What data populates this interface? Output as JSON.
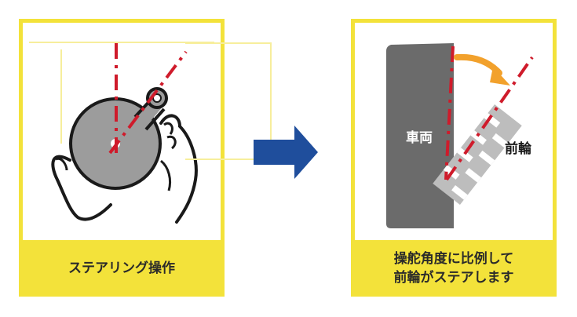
{
  "left_panel": {
    "caption": "ステアリング操作",
    "icon": "steering-wheel-hands"
  },
  "right_panel": {
    "caption": "操舵角度に比例して\n前輪がステアします",
    "vehicle_label": "車両",
    "wheel_label": "前輪",
    "icon": "vehicle-front-wheel-top-view"
  },
  "arrow": {
    "icon": "right-arrow",
    "color": "#1f4e9c"
  },
  "colors": {
    "panel_yellow": "#f3e23a",
    "guide_red": "#cf1b2b",
    "wheel_gray": "#9c9c9c",
    "vehicle_gray": "#6b6b6b",
    "curve_orange": "#f2a12c"
  }
}
